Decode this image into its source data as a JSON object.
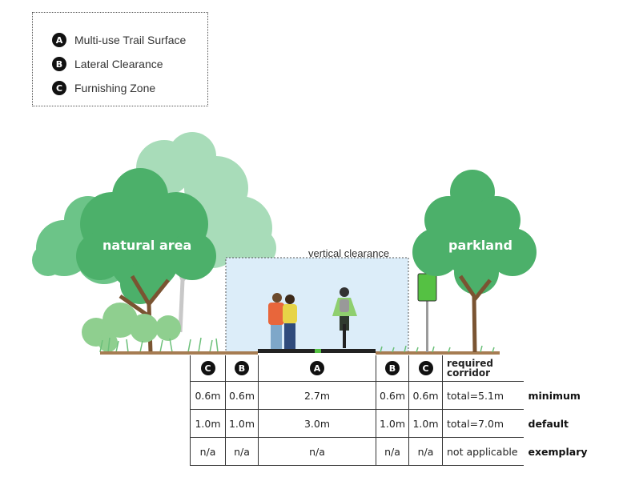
{
  "legend": {
    "items": [
      {
        "badge": "A",
        "label": "Multi-use Trail Surface"
      },
      {
        "badge": "B",
        "label": "Lateral Clearance"
      },
      {
        "badge": "C",
        "label": "Furnishing Zone"
      }
    ]
  },
  "scene": {
    "left_tree_label": "natural area",
    "right_tree_label": "parkland",
    "vertical_clearance_label": "vertical clearance"
  },
  "table": {
    "header_badges": [
      "C",
      "B",
      "A",
      "B",
      "C"
    ],
    "header_total": "required corridor",
    "rows": [
      {
        "values": [
          "0.6m",
          "0.6m",
          "2.7m",
          "0.6m",
          "0.6m"
        ],
        "total": "total=5.1m",
        "level": "minimum"
      },
      {
        "values": [
          "1.0m",
          "1.0m",
          "3.0m",
          "1.0m",
          "1.0m"
        ],
        "total": "total=7.0m",
        "level": "default"
      },
      {
        "values": [
          "n/a",
          "n/a",
          "n/a",
          "n/a",
          "n/a"
        ],
        "total": "not applicable",
        "level": "exemplary"
      }
    ]
  },
  "colors": {
    "tree_dark": "#4cb06a",
    "tree_mid": "#6cc488",
    "tree_light": "#a8dcb9",
    "ground": "#a67c52",
    "clearance_fill": "#dcedf9",
    "sign_green": "#55c143"
  }
}
